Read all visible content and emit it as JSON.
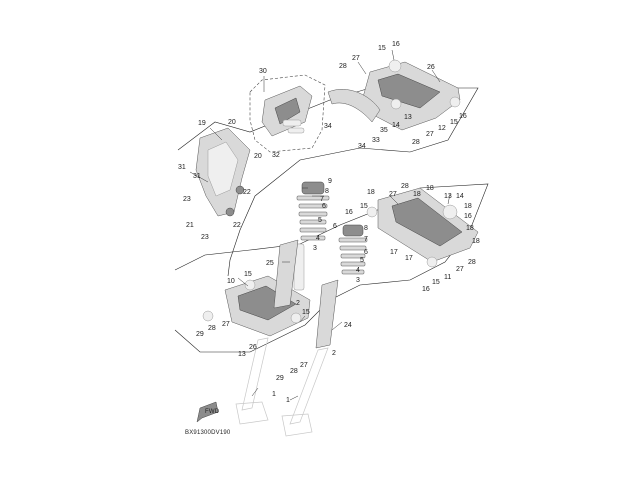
{
  "diagram": {
    "code_label": "BX91300DV190",
    "callouts": [
      "30",
      "27",
      "28",
      "15",
      "16",
      "26",
      "19",
      "20",
      "20",
      "32",
      "34",
      "35",
      "33",
      "34",
      "14",
      "13",
      "27",
      "15",
      "16",
      "12",
      "28",
      "31",
      "31",
      "23",
      "21",
      "23",
      "22",
      "22",
      "9",
      "8",
      "7",
      "6",
      "5",
      "4",
      "3",
      "25",
      "16",
      "6",
      "8",
      "7",
      "6",
      "5",
      "4",
      "3",
      "18",
      "27",
      "28",
      "18",
      "18",
      "15",
      "13",
      "14",
      "18",
      "16",
      "18",
      "17",
      "17",
      "18",
      "27",
      "11",
      "28",
      "16",
      "15",
      "10",
      "15",
      "2",
      "15",
      "24",
      "29",
      "28",
      "27",
      "26",
      "13",
      "2",
      "27",
      "28",
      "29",
      "1",
      "1"
    ]
  }
}
